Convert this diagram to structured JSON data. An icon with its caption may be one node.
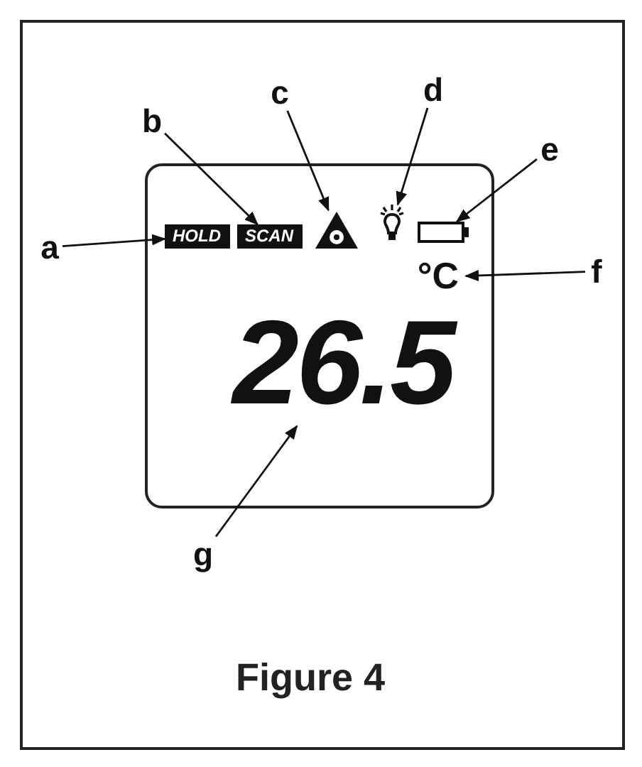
{
  "diagram": {
    "caption": "Figure 4",
    "nodes": [
      {
        "text": [],
        "shape": "box"
      },
      {
        "text": [
          "HOLD"
        ],
        "in": 0
      },
      {
        "text": [
          "SCAN"
        ],
        "in": 0
      },
      {
        "text": [],
        "shape": "triangle",
        "in": 0
      },
      {
        "text": [],
        "shape": "bulb",
        "in": 0
      },
      {
        "text": [],
        "shape": "battery",
        "in": 0
      },
      {
        "text": [
          "°C"
        ],
        "in": 0
      },
      {
        "text": [
          "26.5"
        ],
        "in": 0
      },
      {
        "text": [
          "a"
        ]
      },
      {
        "text": [
          "b"
        ]
      },
      {
        "text": [
          "c"
        ]
      },
      {
        "text": [
          "d"
        ]
      },
      {
        "text": [
          "e"
        ]
      },
      {
        "text": [
          "f"
        ]
      },
      {
        "text": [
          "g"
        ]
      }
    ],
    "edges": [
      {
        "from": 8,
        "to": 1,
        "arrow": "to"
      },
      {
        "from": 9,
        "to": 2,
        "arrow": "to"
      },
      {
        "from": 10,
        "to": 3,
        "arrow": "to"
      },
      {
        "from": 11,
        "to": 4,
        "arrow": "to"
      },
      {
        "from": 12,
        "to": 5,
        "arrow": "to"
      },
      {
        "from": 13,
        "to": 6,
        "arrow": "to"
      },
      {
        "from": 14,
        "to": 7,
        "arrow": "to"
      }
    ]
  }
}
